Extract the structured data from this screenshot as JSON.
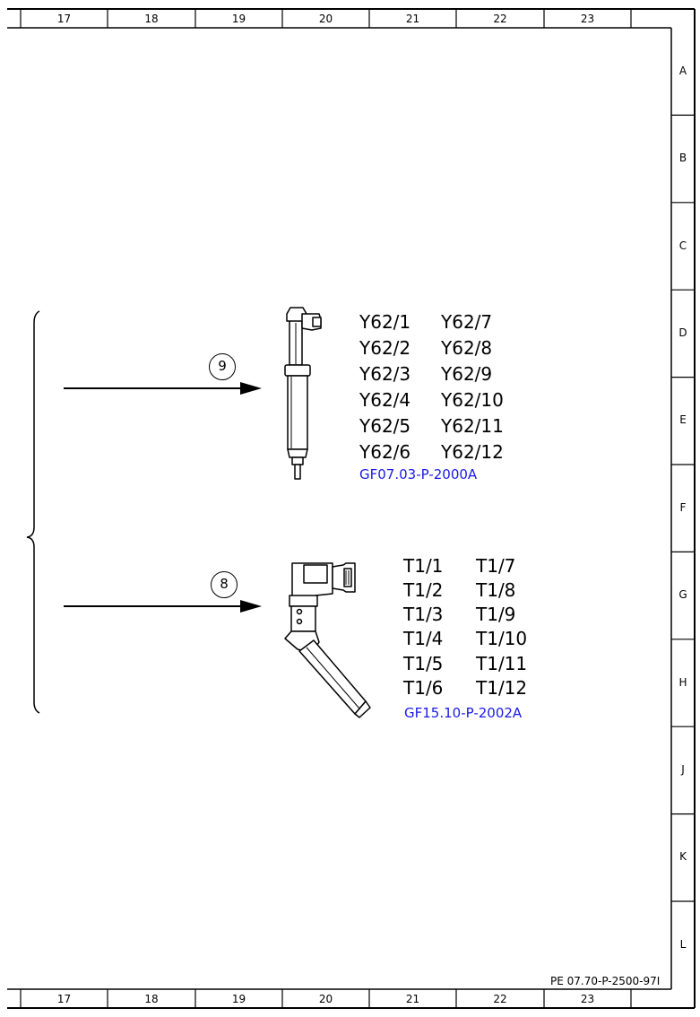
{
  "columns": [
    "17",
    "18",
    "19",
    "20",
    "21",
    "22",
    "23"
  ],
  "rows": [
    "A",
    "B",
    "C",
    "D",
    "E",
    "F",
    "G",
    "H",
    "J",
    "K",
    "L"
  ],
  "groups": [
    {
      "callout": "9",
      "component_icon": "injector-icon",
      "codes_left": [
        "Y62/1",
        "Y62/2",
        "Y62/3",
        "Y62/4",
        "Y62/5",
        "Y62/6"
      ],
      "codes_right": [
        "Y62/7",
        "Y62/8",
        "Y62/9",
        "Y62/10",
        "Y62/11",
        "Y62/12"
      ],
      "reference": "GF07.03-P-2000A"
    },
    {
      "callout": "8",
      "component_icon": "glow-plug-icon",
      "codes_left": [
        "T1/1",
        "T1/2",
        "T1/3",
        "T1/4",
        "T1/5",
        "T1/6"
      ],
      "codes_right": [
        "T1/7",
        "T1/8",
        "T1/9",
        "T1/10",
        "T1/11",
        "T1/12"
      ],
      "reference": "GF15.10-P-2002A"
    }
  ],
  "document_ref": "PE 07.70-P-2500-97I",
  "colors": {
    "link": "#1a1ae6",
    "line": "#000000"
  }
}
